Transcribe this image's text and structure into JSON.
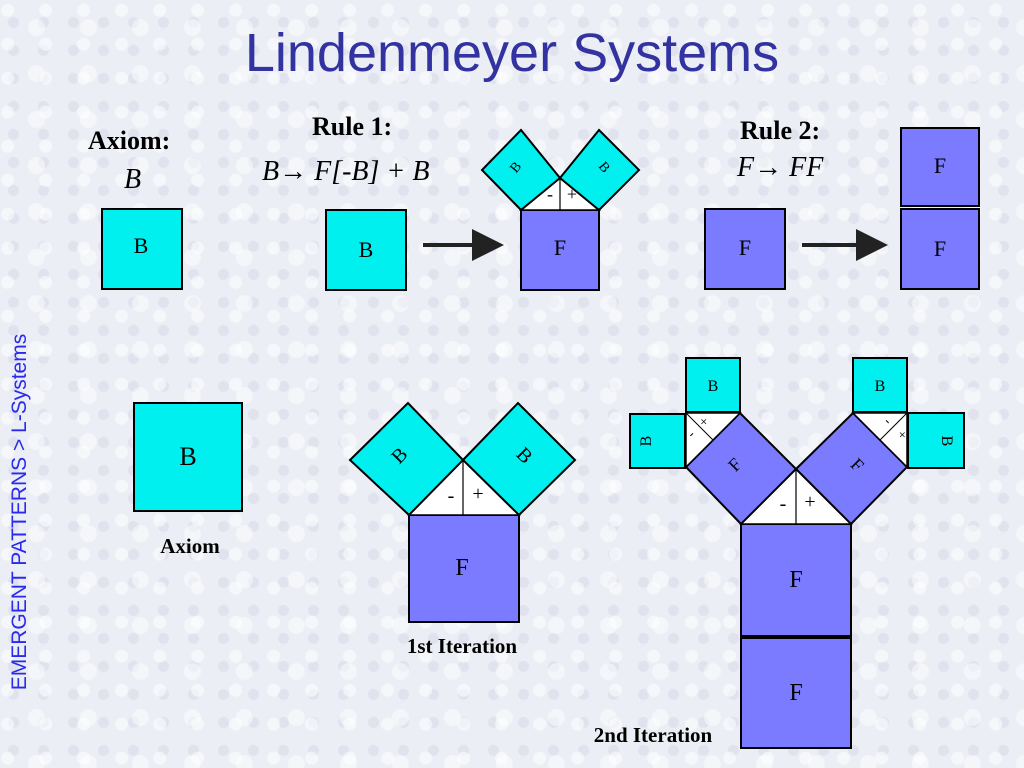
{
  "title": "Lindenmeyer Systems",
  "sidebar_label": "EMERGENT PATTERNS > L-Systems",
  "rules": {
    "axiom_heading": "Axiom:",
    "axiom_value": "B",
    "rule1_heading": "Rule 1:",
    "rule1_value": "B→ F[-B] + B",
    "rule2_heading": "Rule 2:",
    "rule2_value": "F→ FF"
  },
  "symbols": {
    "b": "B",
    "f": "F",
    "minus": "-",
    "plus": "+"
  },
  "captions": {
    "axiom": "Axiom",
    "iter1": "1st Iteration",
    "iter2": "2nd Iteration"
  },
  "colors": {
    "b_square": "#00f0f0",
    "f_square": "#7b7bff",
    "title": "#3232a0",
    "sidebar": "#2a2aee"
  }
}
